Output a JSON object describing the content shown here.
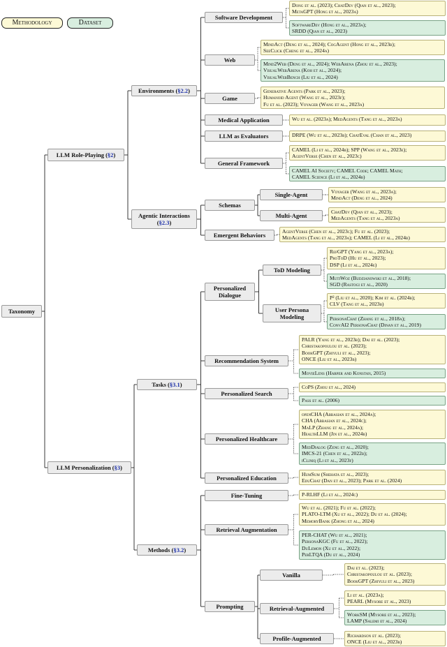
{
  "legend": {
    "methodology": "Methodology",
    "dataset": "Dataset"
  },
  "colors": {
    "methodology_fill": "#fdf9d6",
    "dataset_fill": "#d8eedf",
    "node_fill": "#ececec",
    "section_ref": "#1a2da6"
  },
  "root": "Taxonomy",
  "nodes": [
    {
      "id": "rp",
      "pre": "LLM Role-Playing (",
      "ref": "§2",
      "post": ")",
      "bold": true
    },
    {
      "id": "pers",
      "pre": "LLM Personalization (",
      "ref": "§3",
      "post": ")",
      "bold": true
    },
    {
      "id": "env",
      "pre": "Environments (",
      "ref": "§2.2",
      "post": ")",
      "bold": true
    },
    {
      "id": "agi",
      "pre": "Agentic Interactions (",
      "ref": "§2.3",
      "post": ")",
      "bold": true
    },
    {
      "id": "tasks",
      "pre": "Tasks (",
      "ref": "§3.1",
      "post": ")",
      "bold": true
    },
    {
      "id": "methods",
      "pre": "Methods (",
      "ref": "§3.2",
      "post": ")",
      "bold": true
    },
    {
      "id": "sw",
      "pre": "Software Development",
      "bold": true
    },
    {
      "id": "web",
      "pre": "Web",
      "bold": true
    },
    {
      "id": "game",
      "pre": "Game",
      "bold": true
    },
    {
      "id": "med",
      "pre": "Medical Application",
      "bold": true
    },
    {
      "id": "eval",
      "pre": "LLM as Evaluators",
      "bold": true
    },
    {
      "id": "gen",
      "pre": "General Framework",
      "bold": true
    },
    {
      "id": "schemas",
      "pre": "Schemas",
      "bold": true
    },
    {
      "id": "emerg",
      "pre": "Emergent Behaviors",
      "bold": true
    },
    {
      "id": "single",
      "pre": "Single-Agent",
      "bold": true
    },
    {
      "id": "multi",
      "pre": "Multi-Agent",
      "bold": true
    },
    {
      "id": "pdial",
      "pre": "Personalized Dialogue",
      "bold": true
    },
    {
      "id": "recsys",
      "pre": "Recommendation System",
      "bold": true
    },
    {
      "id": "psearch",
      "pre": "Personalized Search",
      "bold": true
    },
    {
      "id": "phealth",
      "pre": "Personalized Healthcare",
      "bold": true
    },
    {
      "id": "pedu",
      "pre": "Personalized Education",
      "bold": true
    },
    {
      "id": "tod",
      "pre": "ToD Modeling",
      "bold": true
    },
    {
      "id": "upm",
      "pre": "User Persona Modeling",
      "bold": true
    },
    {
      "id": "ft",
      "pre": "Fine-Tuning",
      "bold": true
    },
    {
      "id": "ra",
      "pre": "Retrieval Augmentation",
      "bold": true
    },
    {
      "id": "prompt",
      "pre": "Prompting",
      "bold": true
    },
    {
      "id": "vanilla",
      "pre": "Vanilla",
      "bold": true
    },
    {
      "id": "retaug",
      "pre": "Retrieval-Augmented",
      "bold": true
    },
    {
      "id": "profaug",
      "pre": "Profile-Augmented",
      "bold": true
    }
  ],
  "leaves": [
    {
      "kind": "method",
      "lines": [
        "Dong et al. (2023);  ChatDev (Qian et al., 2023);",
        "MetaGPT (Hong et al., 2023a)"
      ]
    },
    {
      "kind": "dataset",
      "lines": [
        "SoftwareDev (Hong et al., 2023a);",
        "SRDD (Qian et al., 2023)"
      ]
    },
    {
      "kind": "method",
      "lines": [
        "MindAct (Deng et al., 2024);  CogAgent (Hong et al., 2023b);",
        "SeeClick (Cheng et al., 2024a)"
      ]
    },
    {
      "kind": "dataset",
      "lines": [
        "Mind2Web (Deng et al., 2024);  WebArena (Zhou et al., 2023);",
        "VisualWebArena (Koh et al., 2024);",
        "VisualWebBench (Liu et al., 2024)"
      ]
    },
    {
      "kind": "method",
      "lines": [
        "Generative Agents (Park et al., 2023);",
        "Humanoid Agent (Wang et al., 2023f);",
        "Fu et al. (2023);  Voyager (Wang et al., 2023a)"
      ]
    },
    {
      "kind": "method",
      "lines": [
        "Wu et al. (2023a);  MedAgents (Tang et al., 2023a)"
      ]
    },
    {
      "kind": "method",
      "lines": [
        "DRPE (Wu et al., 2023b);  ChatEval (Chan et al., 2023)"
      ]
    },
    {
      "kind": "method",
      "lines": [
        "CAMEL (Li et al., 2024b);  SPP (Wang et al., 2023e);",
        "AgentVerse (Chen et al., 2023c)"
      ]
    },
    {
      "kind": "dataset",
      "lines": [
        "CAMEL AI Society;  CAMEL Code;  CAMEL Math;",
        "CAMEL Science (Li et al., 2024b)"
      ]
    },
    {
      "kind": "method",
      "lines": [
        "Voyager (Wang et al., 2023a);",
        "MindAct (Deng et al., 2024)"
      ]
    },
    {
      "kind": "method",
      "lines": [
        "ChatDev (Qian et al., 2023);",
        "MedAgents (Tang et al., 2023a)"
      ]
    },
    {
      "kind": "method",
      "lines": [
        "AgentVerse (Chen et al., 2023c);  Fu et al. (2023);",
        "MedAgents (Tang et al., 2023a);  CAMEL (Li et al., 2024b)"
      ]
    },
    {
      "kind": "method",
      "lines": [
        "RefGPT (Yang et al., 2023a);",
        "ProToD (Hu et al., 2023);",
        "DSP (Li et al., 2024e)"
      ]
    },
    {
      "kind": "dataset",
      "lines": [
        "MutiWoz (Budzianowski et al., 2018);",
        "SGD (Rastogi et al., 2020)"
      ]
    },
    {
      "kind": "method",
      "lines": [
        "P² (Liu et al., 2020);  Kim et al. (2024b);",
        "CLV (Tang et al., 2023b)"
      ]
    },
    {
      "kind": "dataset",
      "lines": [
        "PersonaChat (Zhang et al., 2018a);",
        "ConvAI2 PersonaChat (Dinan et al., 2019)"
      ]
    },
    {
      "kind": "method",
      "lines": [
        "PALR (Yang et al., 2023b);  Dai et al. (2023);",
        "Christakopoulou et al. (2023);",
        "BookGPT (Zhiyuli et al., 2023);",
        "ONCE (Liu et al., 2023b)"
      ]
    },
    {
      "kind": "dataset",
      "lines": [
        "MovieLens (Harper and Konstan, 2015)"
      ]
    },
    {
      "kind": "method",
      "lines": [
        "CoPS (Zhou et al., 2024)"
      ]
    },
    {
      "kind": "dataset",
      "lines": [
        "Pass et al. (2006)"
      ]
    },
    {
      "kind": "method",
      "lines": [
        "openCHA (Abbasian et al., 2024a);",
        "CHA (Abbasian et al., 2024c);",
        "MaLP (Zhang et al., 2024a);",
        "HealthLLM (Jin et al., 2024b)"
      ]
    },
    {
      "kind": "dataset",
      "lines": [
        "MedDialog (Zeng et al., 2020);",
        "IMCS-21 (Chen et al., 2022b);",
        "iCliniq (Li et al., 2023f)"
      ]
    },
    {
      "kind": "method",
      "lines": [
        "HumSum (Shehata et al., 2023);",
        "EduChat (Dan et al., 2023);  Park et al. (2024)"
      ]
    },
    {
      "kind": "method",
      "lines": [
        "P-RLHF (Li et al., 2024c)"
      ]
    },
    {
      "kind": "method",
      "lines": [
        "Wu et al. (2021);  Fu et al. (2022);",
        "PLATO-LTM (Xu et al., 2022);  Du et al. (2024);",
        "MemoryBank (Zhong et al., 2024)"
      ]
    },
    {
      "kind": "dataset",
      "lines": [
        "PER-CHAT (Wu et al., 2021);",
        "PersonaKGC (Fu et al., 2022);",
        "DuLemon (Xu et al., 2022);",
        "PerLTQA (Du et al., 2024)"
      ]
    },
    {
      "kind": "method",
      "lines": [
        "Dai et al. (2023);",
        "Christakopoulou et al. (2023);",
        "BookGPT (Zhiyuli et al., 2023)"
      ]
    },
    {
      "kind": "method",
      "lines": [
        "Li et al. (2023a);",
        "PEARL (Mysore et al., 2023)"
      ]
    },
    {
      "kind": "dataset",
      "lines": [
        "WorkSM (Mysore et al., 2023);",
        "LAMP (Salemi et al., 2024)"
      ]
    },
    {
      "kind": "method",
      "lines": [
        "Richardson et al. (2023);",
        "ONCE (Liu et al., 2023b)"
      ]
    }
  ]
}
